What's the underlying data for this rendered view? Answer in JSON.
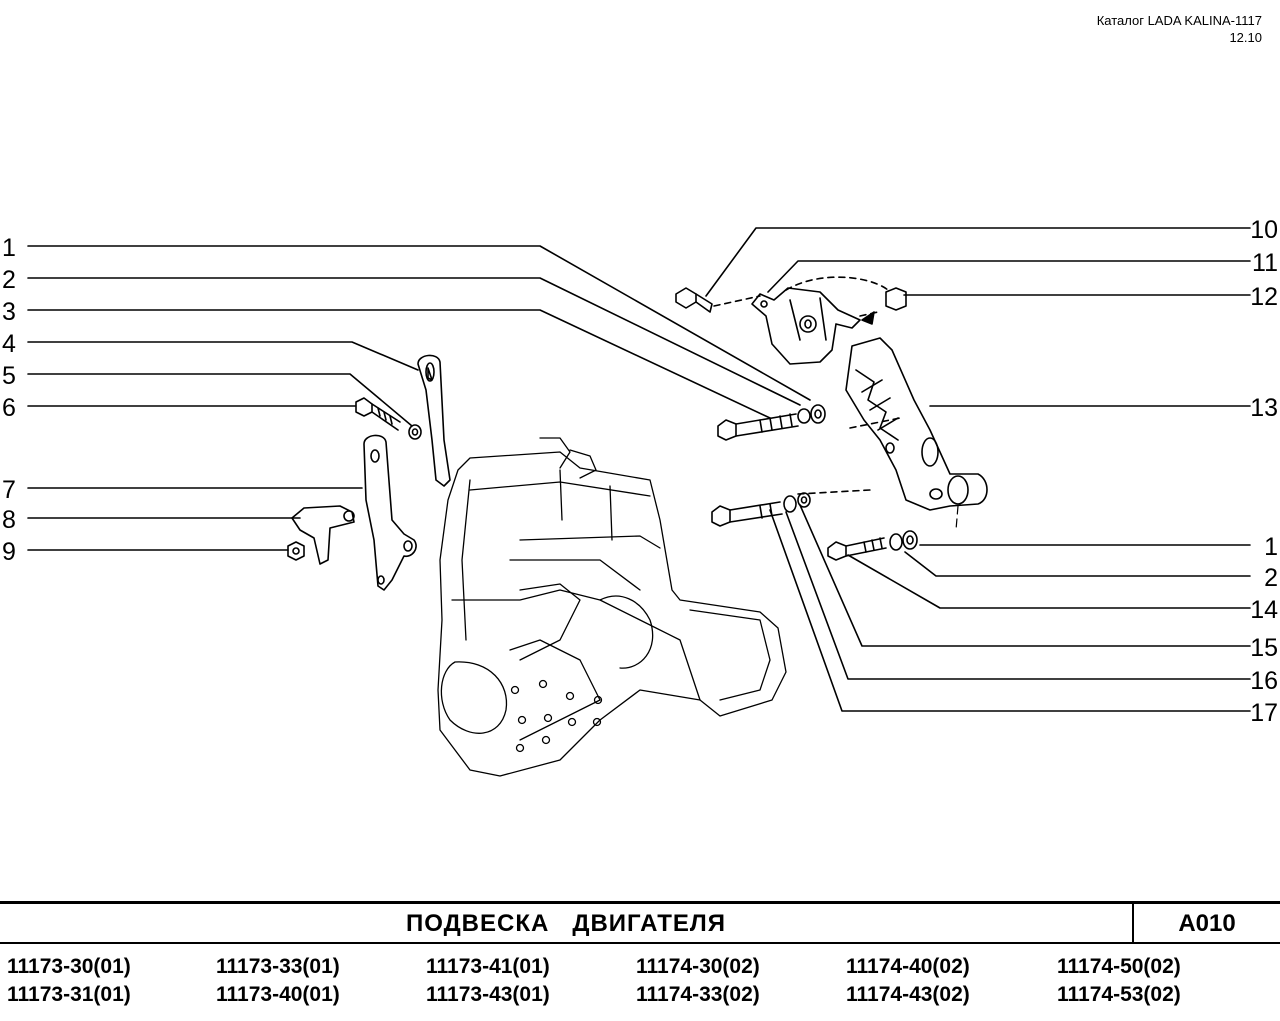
{
  "header": {
    "catalog": "Каталог LADA KALINA-1117",
    "date": "12.10"
  },
  "diagram": {
    "callouts_left": [
      "1",
      "2",
      "3",
      "4",
      "5",
      "6",
      "7",
      "8",
      "9"
    ],
    "callouts_right": [
      "10",
      "11",
      "12",
      "13",
      "1",
      "2",
      "14",
      "15",
      "16",
      "17"
    ]
  },
  "title_band": {
    "title": "ПОДВЕСКА   ДВИГАТЕЛЯ",
    "code": "A010"
  },
  "models": [
    [
      "11173-30(01)",
      "11173-31(01)"
    ],
    [
      "11173-33(01)",
      "11173-40(01)"
    ],
    [
      "11173-41(01)",
      "11173-43(01)"
    ],
    [
      "11174-30(02)",
      "11174-33(02)"
    ],
    [
      "11174-40(02)",
      "11174-43(02)"
    ],
    [
      "11174-50(02)",
      "11174-53(02)"
    ]
  ]
}
